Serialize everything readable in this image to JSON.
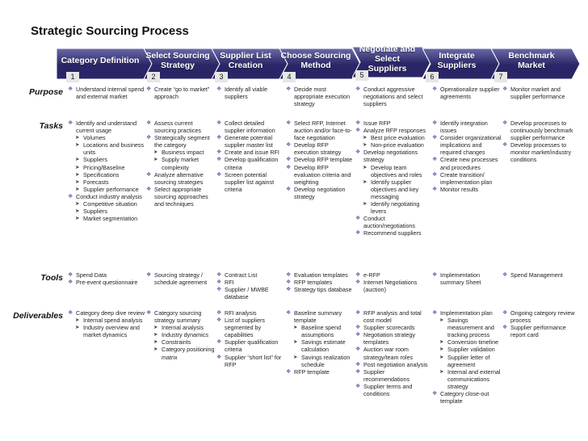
{
  "title": "Strategic Sourcing Process",
  "stages": [
    {
      "label": "Category Definition",
      "num": "1"
    },
    {
      "label": "Select  Sourcing\nStrategy",
      "num": "2"
    },
    {
      "label": "Supplier List\nCreation",
      "num": "3"
    },
    {
      "label": "Choose Sourcing\nMethod",
      "num": "4"
    },
    {
      "label": "Negotiate and\nSelect\nSuppliers",
      "num": "5"
    },
    {
      "label": "Integrate\nSuppliers",
      "num": "6"
    },
    {
      "label": "Benchmark\nMarket",
      "num": "7"
    }
  ],
  "colors": {
    "stage_dark": "#2a2566",
    "stage_light": "#6a6aa8",
    "bullet": "#7b5ea7"
  },
  "icons": {
    "bullet": "diamond-bullet-icon",
    "sub_bullet": "arrow-bullet-icon"
  },
  "rows": [
    {
      "label": "Purpose",
      "cells": [
        [
          {
            "t": "Understand internal spend and external market"
          }
        ],
        [
          {
            "t": "Create “go to market” approach"
          }
        ],
        [
          {
            "t": "Identify all viable suppliers"
          }
        ],
        [
          {
            "t": "Decide most appropriate execution strategy"
          }
        ],
        [
          {
            "t": "Conduct aggressive negotiations and select suppliers"
          }
        ],
        [
          {
            "t": "Operationalize supplier agreements"
          }
        ],
        [
          {
            "t": "Monitor market and supplier performance"
          }
        ]
      ]
    },
    {
      "label": "Tasks",
      "cells": [
        [
          {
            "t": "Identify and understand current usage"
          },
          {
            "t": "Volumes",
            "s": 1
          },
          {
            "t": "Locations and business units",
            "s": 1
          },
          {
            "t": "Suppliers",
            "s": 1
          },
          {
            "t": "Pricing/Baseline",
            "s": 1
          },
          {
            "t": "Specifications",
            "s": 1
          },
          {
            "t": "Forecasts",
            "s": 1
          },
          {
            "t": "Supplier performance",
            "s": 1
          },
          {
            "t": "Conduct industry analysis"
          },
          {
            "t": "Competitive situation",
            "s": 1
          },
          {
            "t": "Suppliers",
            "s": 1
          },
          {
            "t": "Market segmentation",
            "s": 1
          }
        ],
        [
          {
            "t": "Assess current sourcing practices"
          },
          {
            "t": "Strategically segment the category"
          },
          {
            "t": "Business impact",
            "s": 1
          },
          {
            "t": "Supply market complexity",
            "s": 1
          },
          {
            "t": "Analyze alternative sourcing strategies"
          },
          {
            "t": "Select appropriate sourcing approaches and techniques"
          }
        ],
        [
          {
            "t": "Collect detailed supplier information"
          },
          {
            "t": "Generate potential supplier master list"
          },
          {
            "t": "Create and issue RFI"
          },
          {
            "t": "Develop qualification criteria"
          },
          {
            "t": "Screen potential supplier list against criteria"
          }
        ],
        [
          {
            "t": "Select RFP, Internet auction and/or face-to-face negotiation"
          },
          {
            "t": "Develop RFP execution strategy"
          },
          {
            "t": "Develop RFP template"
          },
          {
            "t": "Develop RFP evaluation criteria and weighting"
          },
          {
            "t": "Develop negotiation strategy"
          }
        ],
        [
          {
            "t": "Issue RFP"
          },
          {
            "t": "Analyze RFP responses"
          },
          {
            "t": "Best price evaluation",
            "s": 1
          },
          {
            "t": "Non-price evaluation",
            "s": 1
          },
          {
            "t": "Develop negotiations strategy"
          },
          {
            "t": "Develop team objectives and roles",
            "s": 1
          },
          {
            "t": "Identify supplier objectives and key messaging",
            "s": 1
          },
          {
            "t": "Identify negotiating levers",
            "s": 1
          },
          {
            "t": "Conduct auction/negotiations"
          },
          {
            "t": "Recommend suppliers"
          }
        ],
        [
          {
            "t": "Identify integration issues"
          },
          {
            "t": "Consider organizational implications and required changes"
          },
          {
            "t": "Create new processes and procedures"
          },
          {
            "t": "Create transition/ implementation plan"
          },
          {
            "t": "Monitor results"
          }
        ],
        [
          {
            "t": "Develop processes to continuously benchmark supplier performance"
          },
          {
            "t": "Develop processes to monitor market/industry conditions"
          }
        ]
      ]
    },
    {
      "label": "Tools",
      "cells": [
        [
          {
            "t": "Spend Data"
          },
          {
            "t": "Pre-event questionnaire"
          }
        ],
        [
          {
            "t": "Sourcing strategy / schedule agreement"
          }
        ],
        [
          {
            "t": "Contract List"
          },
          {
            "t": "RFI"
          },
          {
            "t": "Supplier / MWBE database"
          }
        ],
        [
          {
            "t": "Evaluation templates"
          },
          {
            "t": "RFP templates"
          },
          {
            "t": "Strategy  tips database"
          }
        ],
        [
          {
            "t": "e-RFP"
          },
          {
            "t": "Internet Negotiations (auction)"
          }
        ],
        [
          {
            "t": "Implementation summary Sheet"
          }
        ],
        [
          {
            "t": "Spend Management"
          }
        ]
      ]
    },
    {
      "label": "Deliverables",
      "cells": [
        [
          {
            "t": "Category deep dive review"
          },
          {
            "t": "Internal spend analysis",
            "s": 1
          },
          {
            "t": "Industry overview and market dynamics",
            "s": 1
          }
        ],
        [
          {
            "t": "Category sourcing strategy summary"
          },
          {
            "t": "Internal analysis",
            "s": 1
          },
          {
            "t": "Industry dynamics",
            "s": 1
          },
          {
            "t": "Constraints",
            "s": 1
          },
          {
            "t": "Category positioning matrix",
            "s": 1
          }
        ],
        [
          {
            "t": "RFI analysis"
          },
          {
            "t": "List of suppliers segmented by capabilities"
          },
          {
            "t": "Supplier qualification criteria"
          },
          {
            "t": "Supplier “short list” for RFP"
          }
        ],
        [
          {
            "t": "Baseline summary template"
          },
          {
            "t": "Baseline spend assumptions",
            "s": 1
          },
          {
            "t": "Savings estimate calculation",
            "s": 1
          },
          {
            "t": "Savings realization schedule",
            "s": 1
          },
          {
            "t": "RFP template"
          }
        ],
        [
          {
            "t": "RFP analysis and total cost model"
          },
          {
            "t": "Supplier scorecards"
          },
          {
            "t": "Negotiation strategy templates"
          },
          {
            "t": "Auction war room strategy/team roles"
          },
          {
            "t": "Post negotiation analysis"
          },
          {
            "t": "Supplier recommendations"
          },
          {
            "t": "Supplier terms and conditions"
          }
        ],
        [
          {
            "t": "Implementation plan"
          },
          {
            "t": "Savings measurement and tracking process",
            "s": 1
          },
          {
            "t": "Conversion timeline",
            "s": 1
          },
          {
            "t": "Supplier validation",
            "s": 1
          },
          {
            "t": "Supplier letter of agreement",
            "s": 1
          },
          {
            "t": "Internal and external communications strategy",
            "s": 1
          },
          {
            "t": "Category close-out template"
          }
        ],
        [
          {
            "t": "Ongoing category review process"
          },
          {
            "t": "Supplier performance report card"
          }
        ]
      ]
    }
  ]
}
